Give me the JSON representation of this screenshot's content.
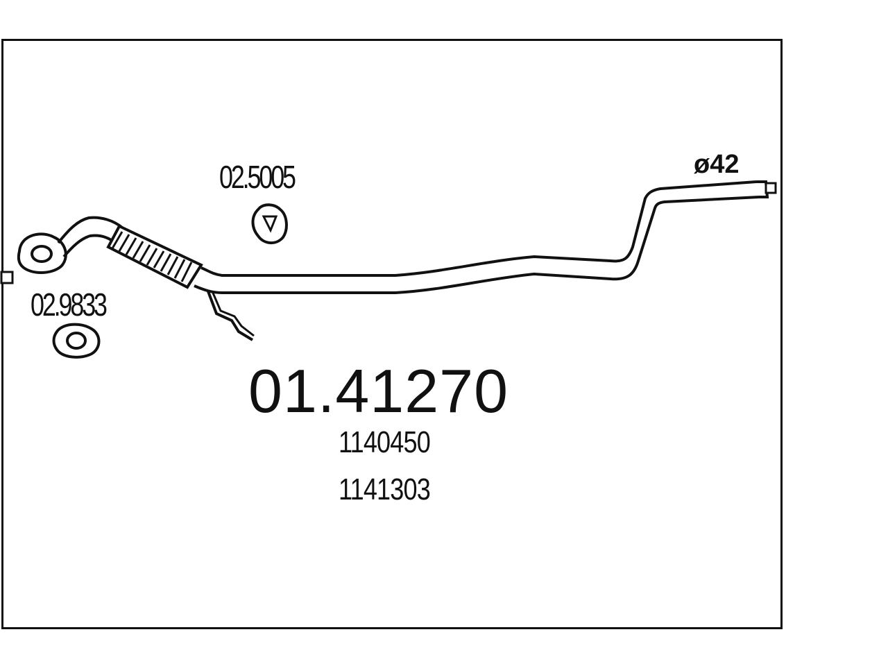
{
  "main_part_number": "01.41270",
  "reference_numbers": [
    "1140450",
    "1141303"
  ],
  "components": [
    {
      "part_number": "02.5005",
      "type": "rubber-hanger"
    },
    {
      "part_number": "02.9833",
      "type": "flange-gasket"
    }
  ],
  "diameter_label": "ø42",
  "colors": {
    "line": "#111111",
    "background": "#ffffff"
  }
}
